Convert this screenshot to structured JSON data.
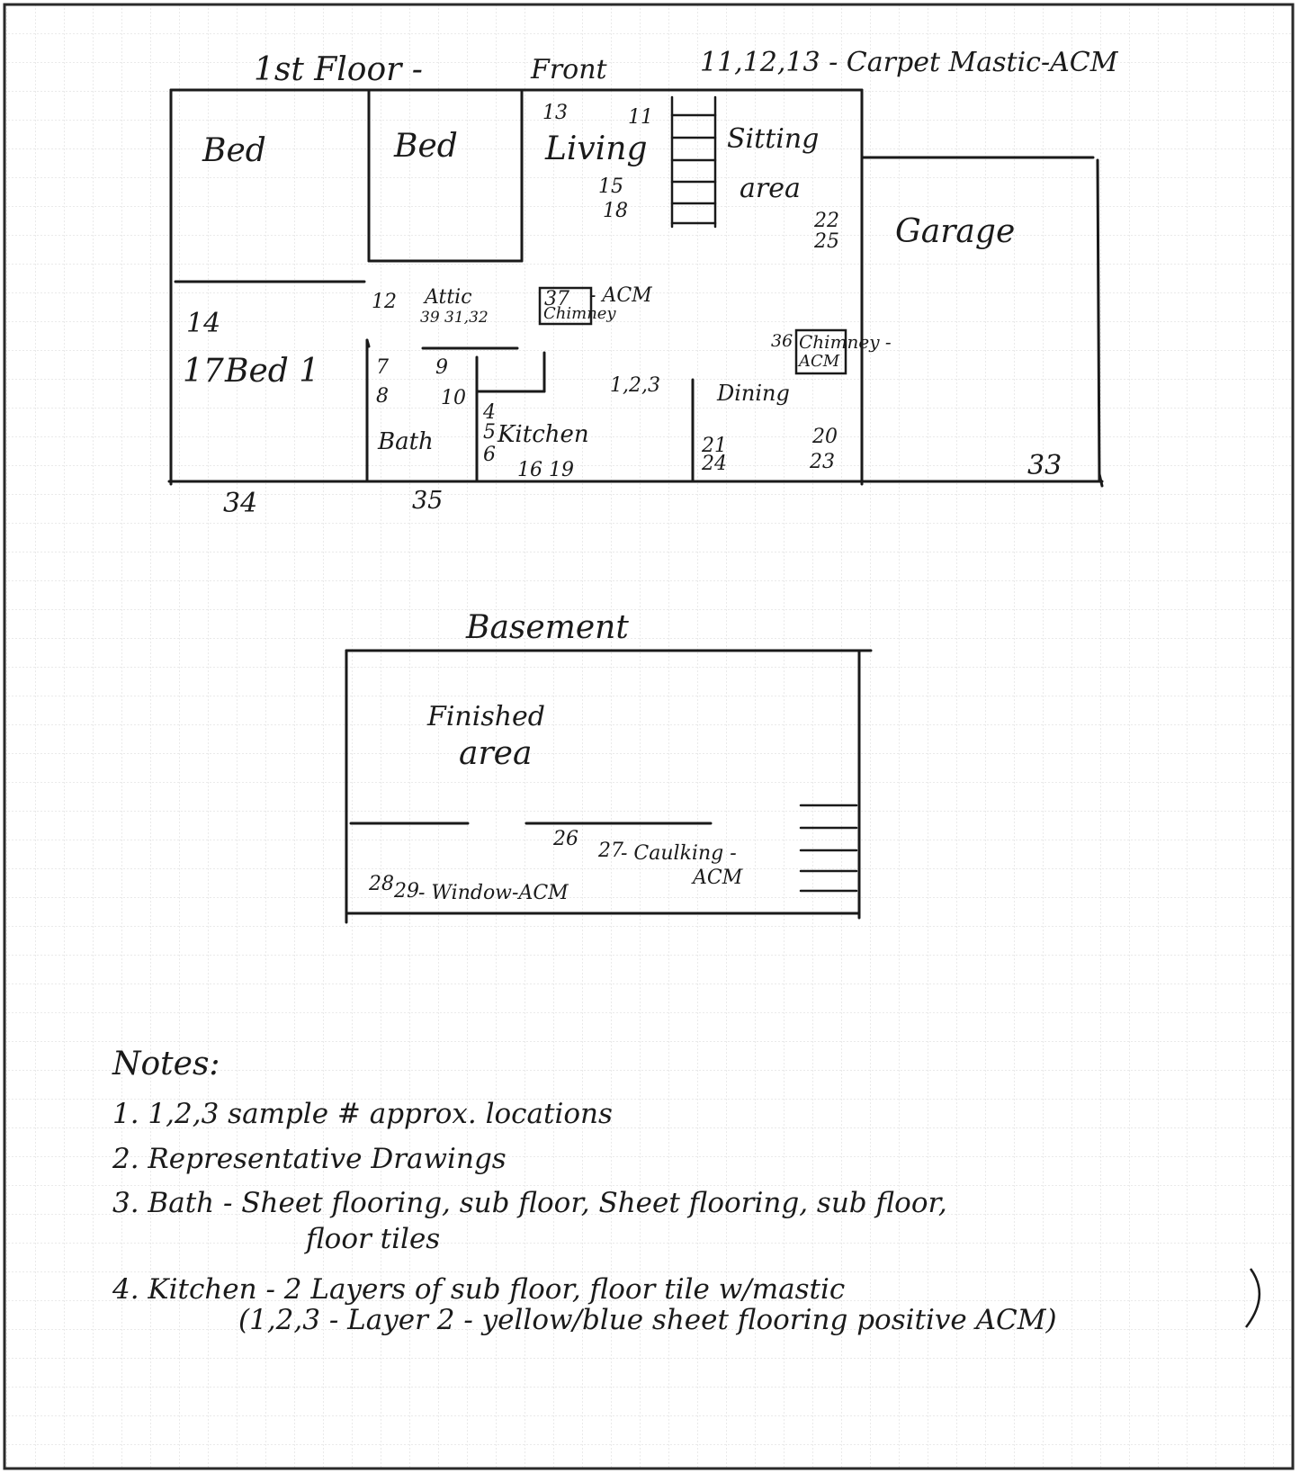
{
  "first_floor": {
    "title": "1st Floor -",
    "front_label": "Front",
    "header_note": "11,12,13 - Carpet Mastic-ACM",
    "rooms": {
      "bed_1": "Bed",
      "bed_2": "Bed",
      "living": "Living",
      "sitting": "Sitting",
      "sitting_2": "area",
      "garage": "Garage",
      "bed1": "Bed 1",
      "attic": "Attic",
      "attic_samples": "39 31,32",
      "chimney_37_num": "37",
      "chimney_37_label": "Chimney",
      "chimney_37_acm": "- ACM",
      "chimney_36_num": "36",
      "chimney_36_label": "Chimney -",
      "chimney_36_acm": "ACM",
      "dining": "Dining",
      "bath": "Bath",
      "kitchen": "Kitchen"
    },
    "samples": {
      "s13": "13",
      "s11": "11",
      "s15": "15",
      "s18": "18",
      "s22": "22",
      "s25": "25",
      "s12": "12",
      "s14": "14",
      "s17": "17",
      "s7": "7",
      "s9": "9",
      "s8": "8",
      "s10": "10",
      "s123": "1,2,3",
      "s4": "4",
      "s5": "5",
      "s6": "6",
      "s1619": "16 19",
      "s21": "21",
      "s24": "24",
      "s20": "20",
      "s23": "23",
      "s33": "33",
      "s34": "34",
      "s35": "35"
    }
  },
  "basement": {
    "title": "Basement",
    "finished_1": "Finished",
    "finished_2": "area",
    "s26": "26",
    "s27": "27",
    "caulking": "- Caulking -",
    "caulking_acm": "ACM",
    "s28": "28",
    "s29": "29",
    "window": "- Window-ACM"
  },
  "notes": {
    "heading": "Notes:",
    "items": [
      "1. 1,2,3  sample # approx. locations",
      "2. Representative Drawings",
      "3. Bath -  Sheet flooring, sub floor, Sheet flooring, sub floor,",
      "floor tiles",
      "4. Kitchen - 2 Layers of sub floor, floor tile w/mastic",
      "(1,2,3 - Layer 2 - yellow/blue sheet flooring positive ACM)"
    ]
  },
  "colors": {
    "ink": "#1a1a1a",
    "grid": "#d6d6d6",
    "grid_major": "#c9c9c9",
    "border": "#2a2a2a"
  }
}
